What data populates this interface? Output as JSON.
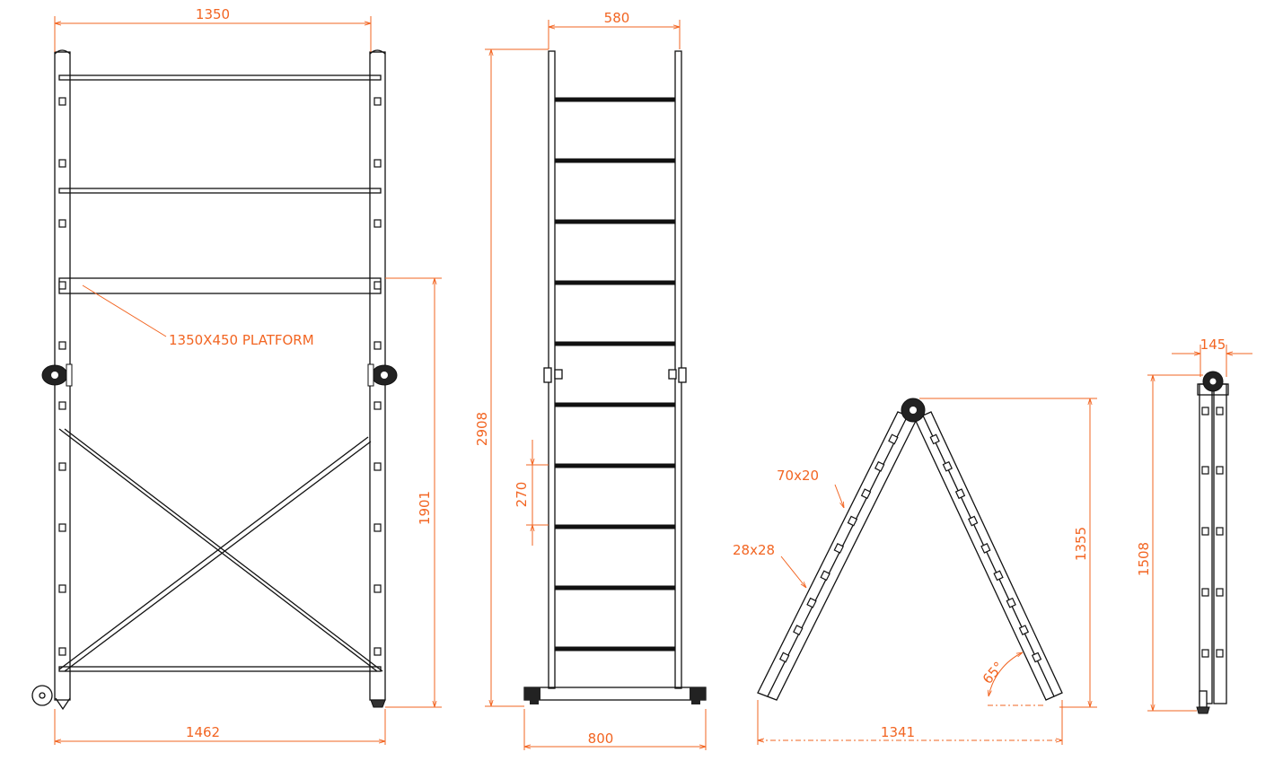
{
  "colors": {
    "dimension": "#f26522",
    "drawing": "#111111",
    "background": "#ffffff"
  },
  "scaffold": {
    "top_width": "1350",
    "platform_label": "1350X450 PLATFORM",
    "platform_height": "1901",
    "base_width": "1462"
  },
  "straight_ladder": {
    "width": "580",
    "height": "2908",
    "rung_spacing": "270",
    "base_width": "800"
  },
  "a_frame": {
    "rail_section": "70x20",
    "rung_section": "28x28",
    "height": "1355",
    "angle": "65°",
    "span": "1341"
  },
  "folded": {
    "width": "145",
    "height": "1508"
  }
}
